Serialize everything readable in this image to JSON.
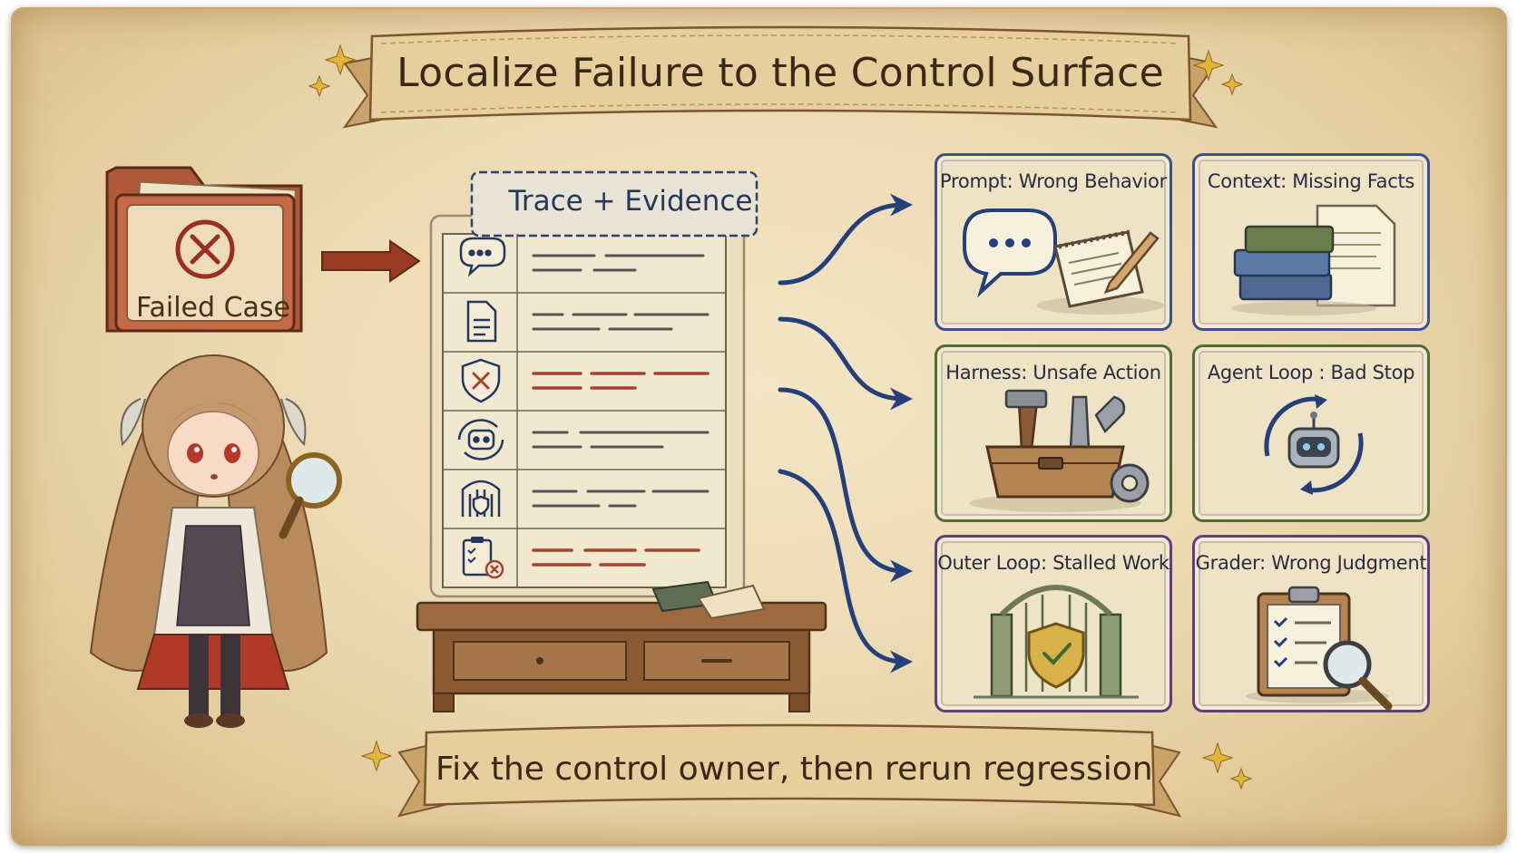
{
  "title": "Localize Failure to the Control Surface",
  "footer": "Fix the control owner, then rerun regression",
  "failed_case": {
    "label": "Failed Case",
    "icon": "x-circle-icon"
  },
  "trace": {
    "title": "Trace + Evidence",
    "rows": [
      {
        "icon": "chat-bubble-icon",
        "flagged": false
      },
      {
        "icon": "document-icon",
        "flagged": false
      },
      {
        "icon": "shield-x-icon",
        "flagged": true
      },
      {
        "icon": "robot-loop-icon",
        "flagged": false
      },
      {
        "icon": "gate-icon",
        "flagged": false
      },
      {
        "icon": "clipboard-x-icon",
        "flagged": true
      }
    ]
  },
  "surfaces": [
    {
      "label": "Prompt: Wrong Behavior",
      "icon": "speech-notepad-icon",
      "color": "#3c4f86"
    },
    {
      "label": "Context: Missing Facts",
      "icon": "books-document-icon",
      "color": "#3c4f86"
    },
    {
      "label": "Harness: Unsafe Action",
      "icon": "toolbox-icon",
      "color": "#4f6b36"
    },
    {
      "label": "Agent Loop : Bad Stop",
      "icon": "robot-cycle-icon",
      "color": "#4f6b36"
    },
    {
      "label": "Outer Loop: Stalled Work",
      "icon": "gate-shield-icon",
      "color": "#5d3f7e"
    },
    {
      "label": "Grader: Wrong Judgment",
      "icon": "clipboard-magnifier-icon",
      "color": "#5d3f7e"
    }
  ],
  "colors": {
    "ink": "#3d2816",
    "arrow_red": "#9b3a22",
    "arrow_blue": "#23407a",
    "flag_red": "#a8402c"
  }
}
